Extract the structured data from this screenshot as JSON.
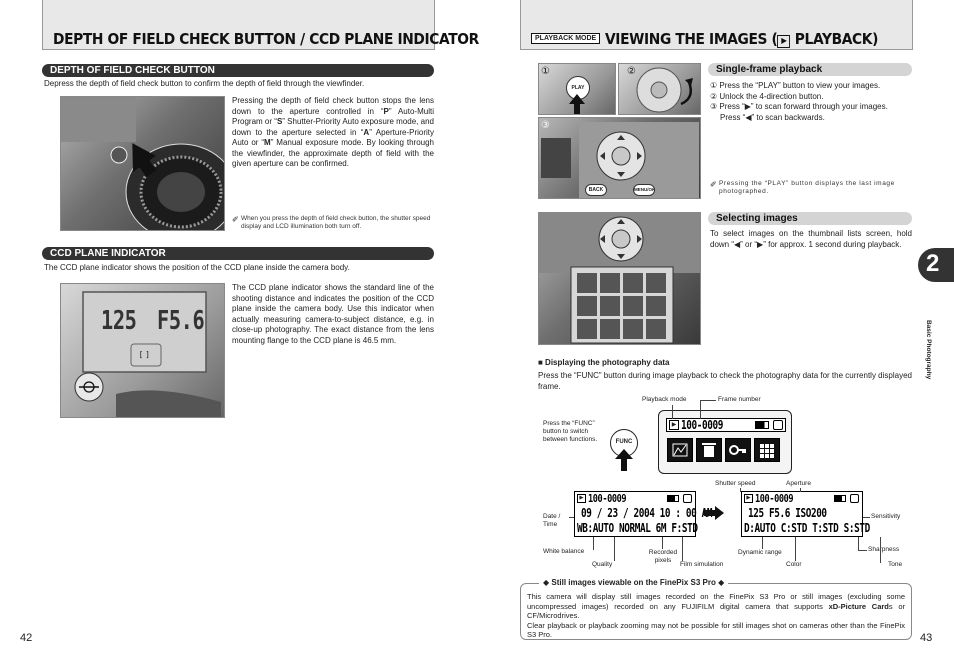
{
  "left": {
    "page_title": "DEPTH OF FIELD CHECK BUTTON / CCD PLANE INDICATOR",
    "dof": {
      "heading": "DEPTH OF FIELD CHECK BUTTON",
      "intro": "Depress the depth of field check button to confirm the depth of field through the viewfinder.",
      "body_1": "Pressing the depth of field check button stops the lens down to the aperture controlled in “",
      "body_P": "P",
      "body_2": "” Auto-Multi Program or “",
      "body_S": "S",
      "body_3": "” Shutter-Priority Auto exposure mode, and down to the aperture selected in “",
      "body_A": "A",
      "body_4": "” Aperture-Priority Auto or “",
      "body_M": "M",
      "body_5": "” Manual exposure mode. By looking through the viewfinder, the approximate depth of field with the given aperture can be confirmed.",
      "note": "When you press the depth of field check button, the shutter speed display and LCD illumination both turn off."
    },
    "ccd": {
      "heading": "CCD PLANE INDICATOR",
      "intro": "The CCD plane indicator shows the position of the CCD plane inside the camera body.",
      "body": "The CCD plane indicator shows the standard line of the shooting distance and indicates the position of the CCD plane inside the camera body. Use this indicator when actually measuring camera-to-subject distance, e.g. in close-up photography. The exact distance from the lens mounting flange to the CCD plane is 46.5 mm.",
      "lcd_shutter": "125",
      "lcd_aperture": "F5.6",
      "lcd_bracket": "[ ]"
    },
    "page_number": "42"
  },
  "right": {
    "mode_badge": "PLAYBACK MODE",
    "title_pre": "VIEWING THE IMAGES (",
    "title_post": " PLAYBACK)",
    "single": {
      "heading": "Single-frame playback",
      "step1": "① Press the “PLAY” button to view your images.",
      "step2": "② Unlock the 4-direction button.",
      "step3a": "③ Press “▶” to scan forward through your images.",
      "step3b": "Press “◀” to scan backwards.",
      "note": "Pressing the “PLAY” button displays the last image photographed.",
      "play_label": "PLAY",
      "back_label": "BACK",
      "menu_label": "MENU/OK",
      "callout_1": "①",
      "callout_2": "②",
      "callout_3": "③"
    },
    "selecting": {
      "heading": "Selecting images",
      "body": "To select images on the thumbnail lists screen, hold down “◀” or “▶” for approx. 1 second during playback."
    },
    "photo_data": {
      "heading": "■ Displaying the photography data",
      "body": "Press the “FUNC” button during image playback to check the photography data for the currently displayed frame.",
      "func_note": "Press the “FUNC” button to switch between functions.",
      "func_label": "FUNC",
      "lbl_playback_mode": "Playback mode",
      "lbl_frame_number": "Frame number",
      "lbl_shutter_speed": "Shutter speed",
      "lbl_aperture": "Aperture",
      "lbl_date_time": "Date / Time",
      "lbl_sensitivity": "Sensitivity",
      "lbl_white_balance": "White balance",
      "lbl_quality": "Quality",
      "lbl_recorded_pixels": "Recorded pixels",
      "lbl_film_simulation": "Film simulation",
      "lbl_dynamic_range": "Dynamic range",
      "lbl_color": "Color",
      "lbl_tone": "Tone",
      "lbl_sharpness": "Sharpness",
      "frame": "100-0009",
      "date": "09 / 23 / 2004  10 : 00 AM",
      "row_wb": "WB:AUTO NORMAL 6M F:STD",
      "row_exp": "125  F5.6  ISO200",
      "row_tone": "D:AUTO C:STD T:STD S:STD"
    },
    "still": {
      "heading": "◆ Still images viewable on the FinePix S3 Pro ◆",
      "body_1": "This camera will display still images recorded on the FinePix S3 Pro or still images (excluding some uncompressed images) recorded on any FUJIFILM digital camera that supports ",
      "body_bold": "xD-Picture Card",
      "body_2": "s or CF/Microdrives.",
      "body_3": "Clear playback or playback zooming may not be possible for still images shot on cameras other than the FinePix S3 Pro."
    },
    "tab_number": "2",
    "tab_label": "Basic Photography",
    "page_number": "43"
  }
}
